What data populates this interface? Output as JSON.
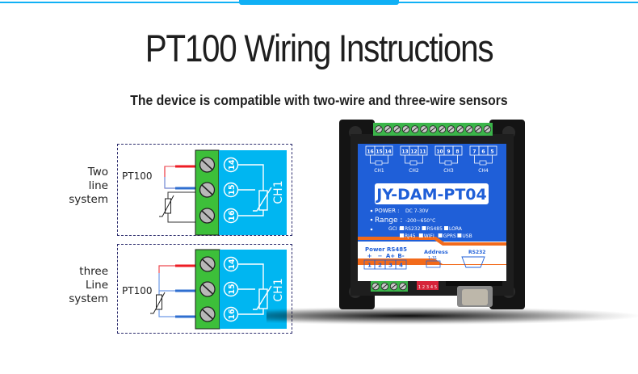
{
  "header": {
    "title": "PT100 Wiring Instructions",
    "subtitle": "The device is compatible with two-wire and three-wire sensors",
    "accent_color": "#10b0f5"
  },
  "diagrams": [
    {
      "label_lines": [
        "Two",
        "line",
        "system"
      ],
      "sensor_label": "PT100",
      "wires": 2,
      "terminals": [
        "14",
        "15",
        "16"
      ],
      "channel": "CH1"
    },
    {
      "label_lines": [
        "three",
        "Line",
        "system"
      ],
      "sensor_label": "PT100",
      "wires": 3,
      "terminals": [
        "14",
        "15",
        "16"
      ],
      "channel": "CH1"
    }
  ],
  "colors": {
    "terminal_green": "#3dbf3a",
    "panel_blue": "#00b6f1",
    "wire_red": "#ee1c24",
    "wire_blue": "#2f6fd0",
    "device_blue": "#1f5fd8",
    "device_orange": "#f26a1b"
  },
  "device": {
    "model": "JY-DAM-PT04",
    "channel_groups": [
      {
        "terminals": [
          "16",
          "15",
          "14"
        ],
        "label": "CH1"
      },
      {
        "terminals": [
          "13",
          "12",
          "11"
        ],
        "label": "CH2"
      },
      {
        "terminals": [
          "10",
          "9",
          "8"
        ],
        "label": "CH3"
      },
      {
        "terminals": [
          "7",
          "6",
          "5"
        ],
        "label": "CH4"
      }
    ],
    "specs": {
      "power_label": "POWER :",
      "power_value": "DC 7-30V",
      "range_label": "Range :",
      "range_value": "-200~650°C",
      "gci_label": "GCI :",
      "gci_row1": [
        "RS232",
        "RS485",
        "LORA"
      ],
      "gci_row2": [
        "RJ45",
        "WIFI",
        "GPRS",
        "USB"
      ]
    },
    "bottom": {
      "power_label": "Power",
      "rs485_label": "RS485",
      "pin_signs": [
        "+",
        "−",
        "A+",
        "B-"
      ],
      "pins": [
        "1",
        "2",
        "3",
        "4"
      ],
      "address_label": "Address",
      "address_range": "1-31",
      "dip_numbers": [
        "1",
        "2",
        "3",
        "4",
        "5"
      ],
      "rs232_label": "RS232"
    }
  }
}
